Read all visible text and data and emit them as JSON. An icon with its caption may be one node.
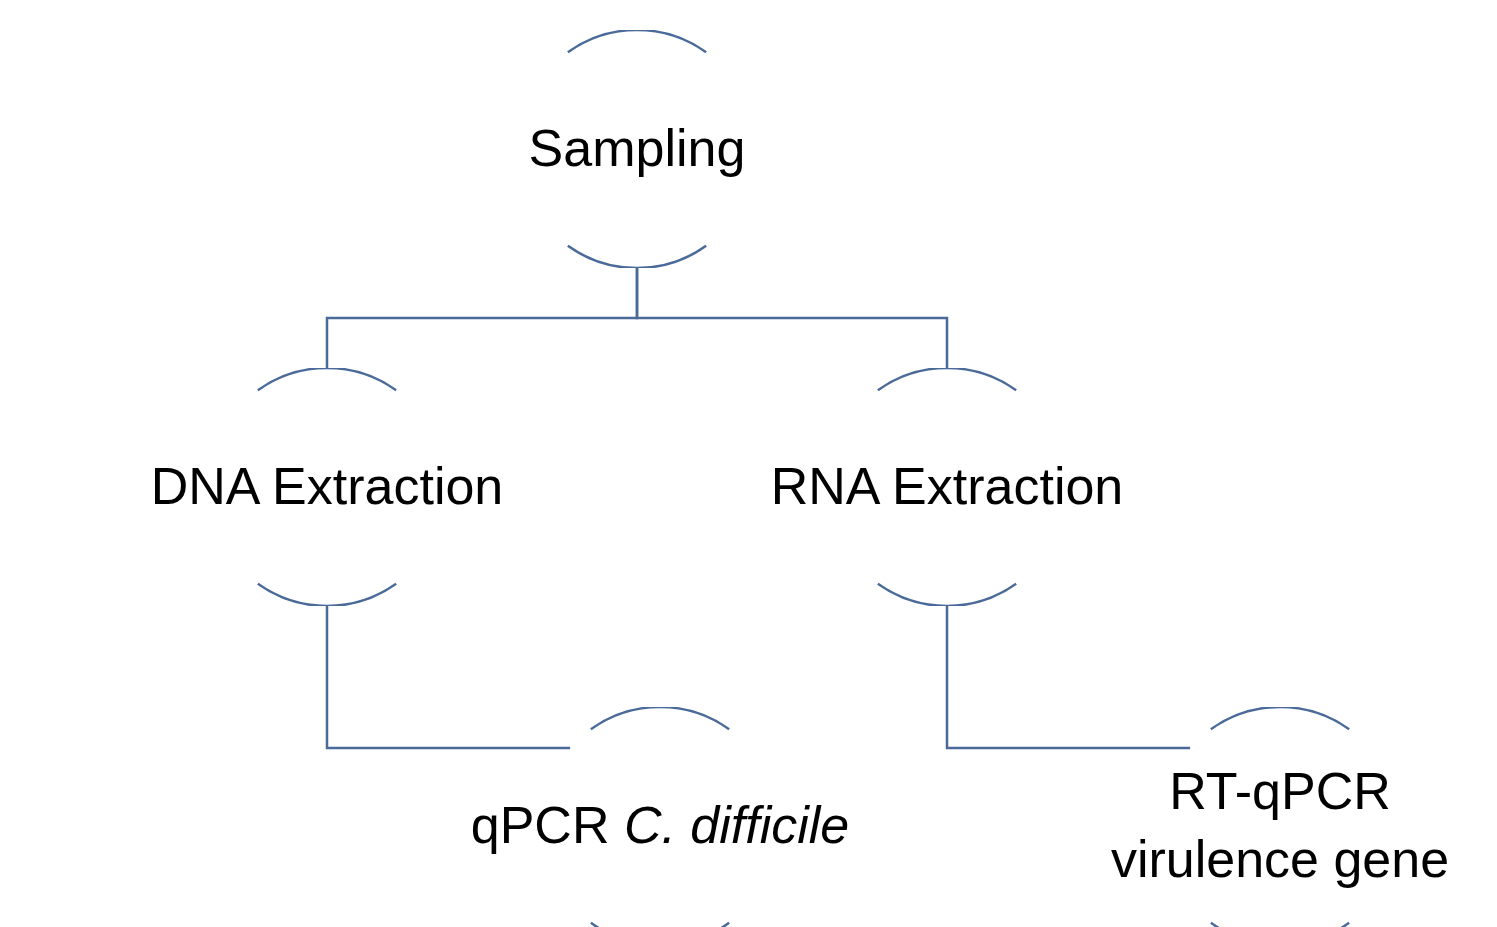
{
  "diagram": {
    "nodes": [
      {
        "text": [
          "Sampling"
        ]
      },
      {
        "text": [
          "DNA Extraction"
        ]
      },
      {
        "text": [
          "RNA Extraction"
        ]
      },
      {
        "text": [
          "qPCR *C. difficile*"
        ]
      },
      {
        "text": [
          "RT-qPCR virulence gene"
        ]
      }
    ],
    "edges": [
      {
        "from": 0,
        "to": 1,
        "arrow": "none"
      },
      {
        "from": 0,
        "to": 2,
        "arrow": "none"
      },
      {
        "from": 1,
        "to": 3,
        "arrow": "none"
      },
      {
        "from": 2,
        "to": 4,
        "arrow": "none"
      }
    ]
  }
}
